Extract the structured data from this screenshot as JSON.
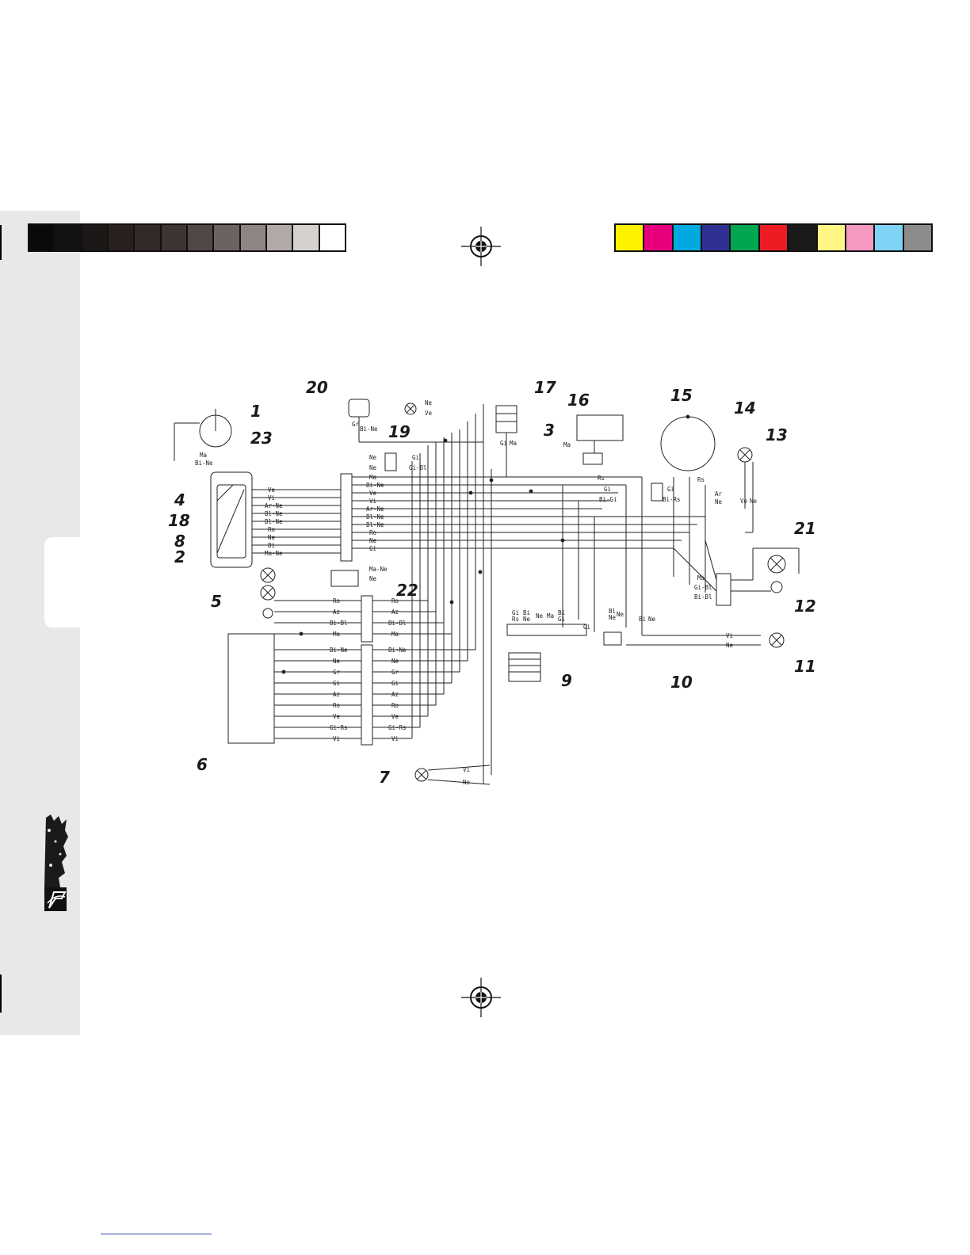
{
  "calibration": {
    "gray_swatches": [
      "#0a0a0a",
      "#141111",
      "#1d1817",
      "#27201f",
      "#322928",
      "#3e3433",
      "#514746",
      "#6c6260",
      "#8e8583",
      "#b0a9a7",
      "#d6d1cf",
      "#ffffff"
    ],
    "color_swatches": [
      "#fff200",
      "#e6007e",
      "#00a9e0",
      "#2e3192",
      "#00a650",
      "#ed1c24",
      "#1a1a1a",
      "#fff685",
      "#f49ac1",
      "#7fd3f5",
      "#8c8c8c"
    ]
  },
  "callouts": {
    "c1": "1",
    "c2": "2",
    "c3": "3",
    "c4": "4",
    "c5": "5",
    "c6": "6",
    "c7": "7",
    "c8": "8",
    "c9": "9",
    "c10": "10",
    "c11": "11",
    "c12": "12",
    "c13": "13",
    "c14": "14",
    "c15": "15",
    "c16": "16",
    "c17": "17",
    "c18": "18",
    "c19": "19",
    "c20": "20",
    "c21": "21",
    "c22": "22",
    "c23": "23"
  },
  "wire_labels": {
    "dash_top": [
      "Ma",
      "Bi-Ne"
    ],
    "dash_panel": [
      "Ve",
      "Vi",
      "Ar-Ne",
      "Bl-Ne",
      "Bl-Ne",
      "Ro",
      "Ne",
      "Bi",
      "Ma-Ne"
    ],
    "conn_a": [
      "Ma",
      "Bi-Ne",
      "Ve",
      "Vi",
      "Ar-Ne",
      "Bl-Ne",
      "Bl-Ne",
      "Ro",
      "Ne",
      "Gi"
    ],
    "conn_a_bottom": [
      "Ma-Ne",
      "Ne"
    ],
    "relay_top": [
      "Ne",
      "Ne"
    ],
    "relay_right": [
      "Gi",
      "Gi-Bl"
    ],
    "conn_b_left": [
      "Ro",
      "Az",
      "Bi-Bl",
      "Ma"
    ],
    "conn_b_right": [
      "Ro",
      "Az",
      "Bi-Bl",
      "Ma"
    ],
    "conn_c_left": [
      "Bi-Ne",
      "Ne",
      "Gr",
      "Gi",
      "Az",
      "Ro",
      "Ve",
      "Gi-Rs",
      "Vi"
    ],
    "conn_c_right": [
      "Bi-Ne",
      "Ne",
      "Gr",
      "Gi",
      "Az",
      "Ro",
      "Ve",
      "Gi-Rs",
      "Vi"
    ],
    "lamp19": [
      "Ne",
      "Ve"
    ],
    "lamp7": [
      "Vi",
      "Ne"
    ],
    "lamp11": [
      "Vi",
      "Ne"
    ],
    "lamp13": [
      "Ve",
      "Ne"
    ],
    "coil17": [
      "Gi",
      "Ma"
    ],
    "horn20": [
      "Gr",
      "Bi-Ne"
    ],
    "item3": [
      "Ma"
    ],
    "cdi16": [
      "Rs"
    ],
    "reg_mid": [
      "Gi",
      "Gi",
      "Bi-Gi",
      "Bi-Rs"
    ],
    "stator14": [
      "Rs"
    ],
    "item21": [
      "Ar",
      "Ne"
    ],
    "item12": [
      "Ma",
      "Gi-Bl",
      "Bi-Bl"
    ],
    "bottom_block": [
      "Gi",
      "Rs",
      "Bi",
      "Ne",
      "Ne",
      "Ma",
      "Bi",
      "Gi"
    ],
    "item9": [
      "Gi"
    ],
    "item9b": [
      "Bl",
      "Ne",
      "Ne"
    ],
    "item10": [
      "Bi",
      "Ne"
    ]
  }
}
